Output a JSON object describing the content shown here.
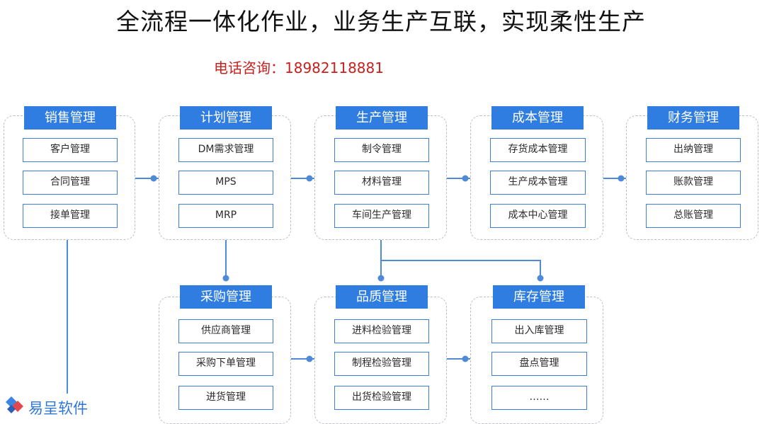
{
  "title": "全流程一体化作业，业务生产互联，实现柔性生产",
  "phone": "电话咨询：18982118881",
  "modules": {
    "sales": {
      "title": "销售管理",
      "items": [
        "客户管理",
        "合同管理",
        "接单管理"
      ]
    },
    "planning": {
      "title": "计划管理",
      "items": [
        "DM需求管理",
        "MPS",
        "MRP"
      ]
    },
    "production": {
      "title": "生产管理",
      "items": [
        "制令管理",
        "材料管理",
        "车间生产管理"
      ]
    },
    "cost": {
      "title": "成本管理",
      "items": [
        "存货成本管理",
        "生产成本管理",
        "成本中心管理"
      ]
    },
    "finance": {
      "title": "财务管理",
      "items": [
        "出纳管理",
        "账款管理",
        "总账管理"
      ]
    },
    "purchasing": {
      "title": "采购管理",
      "items": [
        "供应商管理",
        "采购下单管理",
        "进货管理"
      ]
    },
    "quality": {
      "title": "品质管理",
      "items": [
        "进料检验管理",
        "制程检验管理",
        "出货检验管理"
      ]
    },
    "inventory": {
      "title": "库存管理",
      "items": [
        "出入库管理",
        "盘点管理",
        "……"
      ]
    }
  },
  "logo": {
    "text": "易呈软件"
  },
  "colors": {
    "accent": "#2f7de1",
    "connector": "#4f8ad8",
    "phone": "#c8201d"
  }
}
